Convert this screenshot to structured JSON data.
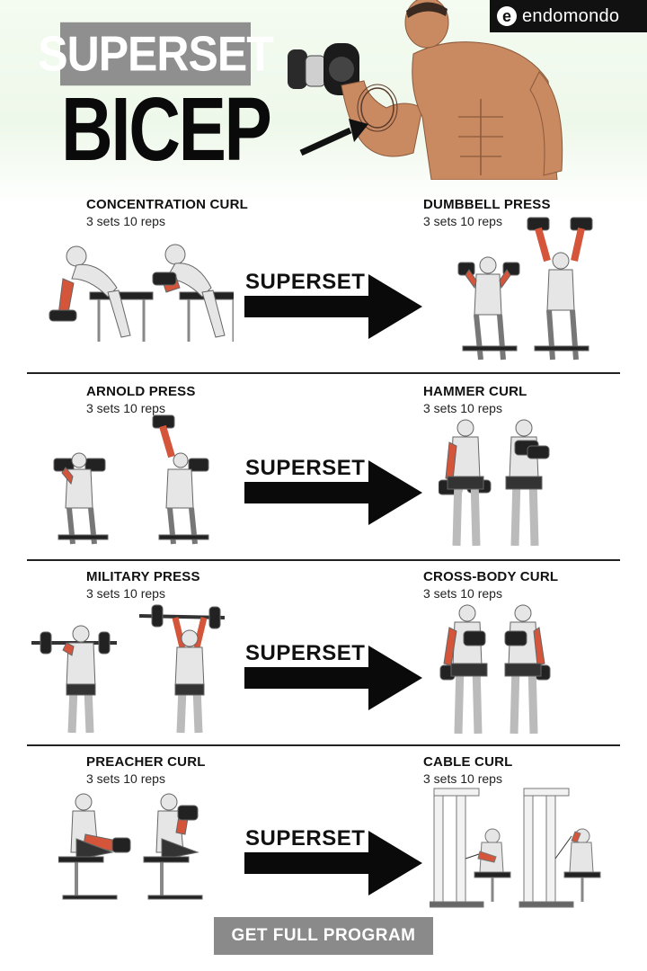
{
  "header": {
    "title_top": "SUPERSET",
    "title_bottom": "BICEP",
    "brand_icon": "e",
    "brand_name": "endomondo"
  },
  "rows": [
    {
      "left": {
        "name": "CONCENTRATION CURL",
        "sets": "3 sets 10 reps"
      },
      "connector": "SUPERSET",
      "right": {
        "name": "DUMBBELL PRESS",
        "sets": "3 sets 10 reps"
      }
    },
    {
      "left": {
        "name": "ARNOLD PRESS",
        "sets": "3 sets 10 reps"
      },
      "connector": "SUPERSET",
      "right": {
        "name": "HAMMER CURL",
        "sets": "3 sets 10 reps"
      }
    },
    {
      "left": {
        "name": "MILITARY PRESS",
        "sets": "3 sets 10 reps"
      },
      "connector": "SUPERSET",
      "right": {
        "name": "CROSS-BODY CURL",
        "sets": "3 sets 10 reps"
      }
    },
    {
      "left": {
        "name": "PREACHER CURL",
        "sets": "3 sets 10 reps"
      },
      "connector": "SUPERSET",
      "right": {
        "name": "CABLE CURL",
        "sets": "3 sets 10 reps"
      }
    }
  ],
  "cta": {
    "label": "GET FULL PROGRAM"
  },
  "colors": {
    "accent_muscle": "#d4553a",
    "label_bg": "#8f8f8f",
    "ink": "#111111"
  }
}
